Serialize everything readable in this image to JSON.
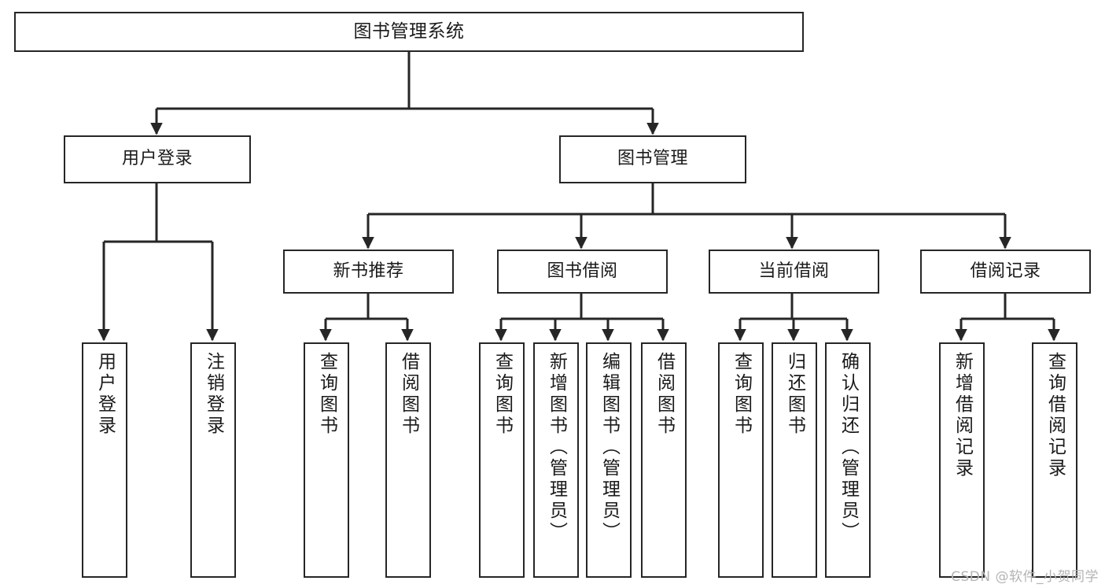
{
  "diagram": {
    "title": "图书管理系统",
    "stroke_color": "#262626",
    "text_color": "#1a1a1a",
    "background_color": "#ffffff",
    "watermark": "CSDN @软件_小贺同学",
    "levels": {
      "root": "图书管理系统",
      "level1": [
        "用户登录",
        "图书管理"
      ],
      "level2": [
        "新书推荐",
        "图书借阅",
        "当前借阅",
        "借阅记录"
      ]
    },
    "nodes": {
      "root": "图书管理系统",
      "user_login": "用户登录",
      "book_manage": "图书管理",
      "new_book_rec": "新书推荐",
      "book_borrow": "图书借阅",
      "current_borrow": "当前借阅",
      "borrow_record": "借阅记录",
      "leaf_user_login": "用户登录",
      "leaf_logout": "注销登录",
      "leaf_query_book_1": "查询图书",
      "leaf_borrow_book_1": "借阅图书",
      "leaf_query_book_2": "查询图书",
      "leaf_add_book_admin": "新增图书（管理员）",
      "leaf_edit_book_admin": "编辑图书（管理员）",
      "leaf_borrow_book_2": "借阅图书",
      "leaf_query_book_3": "查询图书",
      "leaf_return_book": "归还图书",
      "leaf_confirm_return_admin": "确认归还（管理员）",
      "leaf_add_record": "新增借阅记录",
      "leaf_query_record": "查询借阅记录"
    },
    "tree": {
      "name": "图书管理系统",
      "children": [
        {
          "name": "用户登录",
          "children": [
            {
              "name": "用户登录",
              "children": []
            },
            {
              "name": "注销登录",
              "children": []
            }
          ]
        },
        {
          "name": "图书管理",
          "children": [
            {
              "name": "新书推荐",
              "children": [
                {
                  "name": "查询图书",
                  "children": []
                },
                {
                  "name": "借阅图书",
                  "children": []
                }
              ]
            },
            {
              "name": "图书借阅",
              "children": [
                {
                  "name": "查询图书",
                  "children": []
                },
                {
                  "name": "新增图书（管理员）",
                  "children": []
                },
                {
                  "name": "编辑图书（管理员）",
                  "children": []
                },
                {
                  "name": "借阅图书",
                  "children": []
                }
              ]
            },
            {
              "name": "当前借阅",
              "children": [
                {
                  "name": "查询图书",
                  "children": []
                },
                {
                  "name": "归还图书",
                  "children": []
                },
                {
                  "name": "确认归还（管理员）",
                  "children": []
                }
              ]
            },
            {
              "name": "借阅记录",
              "children": [
                {
                  "name": "新增借阅记录",
                  "children": []
                },
                {
                  "name": "查询借阅记录",
                  "children": []
                }
              ]
            }
          ]
        }
      ]
    }
  }
}
